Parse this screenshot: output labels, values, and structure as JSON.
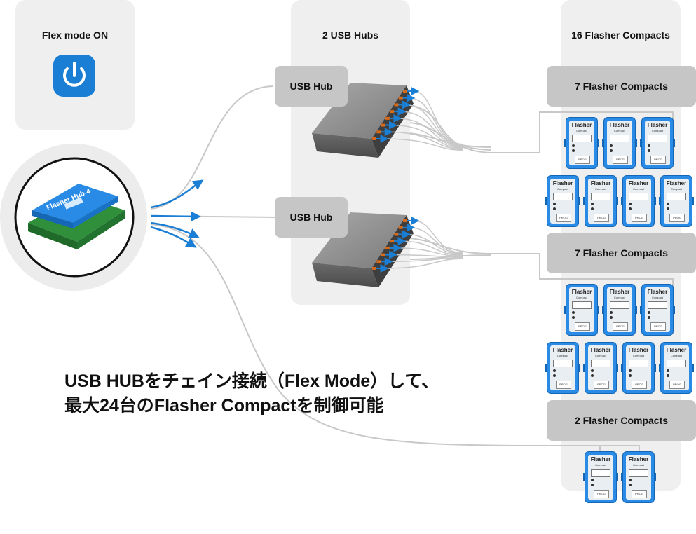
{
  "panels": {
    "flex_mode": "Flex mode ON",
    "usb_hubs": "2 USB Hubs",
    "flashers": "16 Flasher Compacts"
  },
  "hubs": [
    {
      "label": "USB Hub"
    },
    {
      "label": "USB Hub"
    }
  ],
  "groups": [
    {
      "label": "7 Flasher Compacts",
      "count": 7
    },
    {
      "label": "7 Flasher Compacts",
      "count": 7
    },
    {
      "label": "2 Flasher Compacts",
      "count": 2
    }
  ],
  "device": {
    "name": "Flasher",
    "model": "Compact",
    "prog_label": "PROG"
  },
  "hub4": {
    "name": "Flasher Hub-4"
  },
  "caption": {
    "line1": "USB HUBをチェイン接続（Flex Mode）して、",
    "line2": "最大24台のFlasher Compactを制御可能"
  },
  "colors": {
    "accent": "#1a7fd4",
    "device_blue": "#2a8be6",
    "panel_bg": "#efefef",
    "label_bg": "#c6c6c6",
    "cable": "#c8c8c8"
  }
}
